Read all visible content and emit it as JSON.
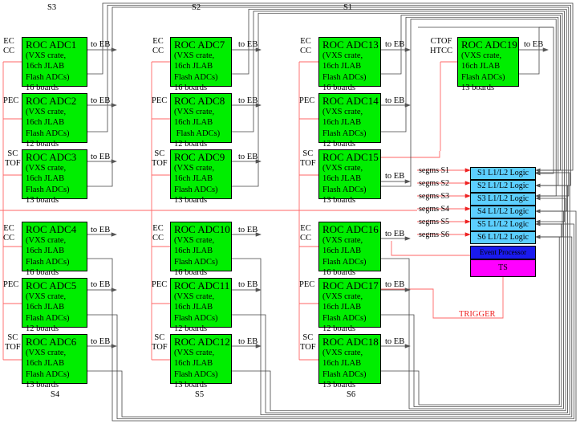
{
  "diagram": {
    "sectors": {
      "top": [
        "S3",
        "S2",
        "S1"
      ],
      "bottom": [
        "S4",
        "S5",
        "S6"
      ]
    },
    "roc_boxes": [
      {
        "title": "ROC ADC1",
        "desc": "(VXS crate,\n16ch JLAB\nFlash ADCs)\n16 boards",
        "eb": "to EB"
      },
      {
        "title": "ROC ADC2",
        "desc": "(VXS crate,\n16ch JLAB\nFlash ADCs)\n12 boards",
        "eb": "to EB"
      },
      {
        "title": "ROC ADC3",
        "desc": "(VXS crate,\n16ch JLAB\nFlash ADCs)\n13 boards",
        "eb": "to EB"
      },
      {
        "title": "ROC ADC7",
        "desc": "(VXS crate,\n16ch JLAB\nFlash ADCs)\n16 boards",
        "eb": "to EB"
      },
      {
        "title": "ROC ADC8",
        "desc": "(VXS crate,\n16ch JLAB\n Flash ADCs)\n12 boards",
        "eb": "to EB"
      },
      {
        "title": "ROC ADC9",
        "desc": "(VXS crate,\n16ch JLAB\nFlash ADCs)\n13 boards",
        "eb": "to EB"
      },
      {
        "title": "ROC ADC13",
        "desc": "(VXS crate,\n16ch JLAB\nFlash ADCs)\n16 boards",
        "eb": "to EB"
      },
      {
        "title": "ROC ADC14",
        "desc": "(VXS crate,\n16ch JLAB\nFlash ADCs)\n12 boards",
        "eb": "to EB"
      },
      {
        "title": "ROC ADC15",
        "desc": "(VXS crate,\n16ch JLAB\nFlash ADCs)\n13 boards",
        "eb": "to EB"
      },
      {
        "title": "ROC ADC19",
        "desc": "(VXS crate,\n16ch JLAB\nFlash ADCs)\n13 boards",
        "eb": "to EB"
      },
      {
        "title": "ROC ADC4",
        "desc": "(VXS crate,\n16ch JLAB\nFlash ADCs)\n16 boards",
        "eb": "to EB"
      },
      {
        "title": "ROC ADC5",
        "desc": "(VXS crate,\n16ch JLAB\nFlash ADCs)\n12 boards",
        "eb": "to EB"
      },
      {
        "title": "ROC ADC6",
        "desc": "(VXS crate,\n16ch JLAB\nFlash ADCs)\n13 boards",
        "eb": "to EB"
      },
      {
        "title": "ROC ADC10",
        "desc": "(VXS crate,\n16ch JLAB\nFlash ADCs)\n16 boards",
        "eb": "to EB"
      },
      {
        "title": "ROC ADC11",
        "desc": "(VXS crate,\n16ch JLAB\nFlash ADCs)\n12 boards",
        "eb": "to EB"
      },
      {
        "title": "ROC ADC12",
        "desc": "(VXS crate,\n16ch JLAB\nFlash ADCs)\n13 boards",
        "eb": "to EB"
      },
      {
        "title": "ROC ADC16",
        "desc": "(VXS crate,\n16ch JLAB\nFlash ADCs)\n16 boards",
        "eb": "to EB"
      },
      {
        "title": "ROC ADC17",
        "desc": "(VXS crate,\n16ch JLAB\nFlash ADCs)\n12 boards",
        "eb": "to EB"
      },
      {
        "title": "ROC ADC18",
        "desc": "(VXS crate,\n16ch JLAB\nFlash ADCs)\n13 boards",
        "eb": "to EB"
      }
    ],
    "detector_labels": [
      "EC\nCC",
      "PEC",
      "SC\nTOF",
      "CTOF\nHTCC"
    ],
    "segm_labels": [
      "segms  S1",
      "segms  S2",
      "segms  S3",
      "segms  S4",
      "segms  S5",
      "segms  S6"
    ],
    "logic_labels": [
      "S1 L1/L2 Logic",
      "S2 L1/L2 Logic",
      "S3 L1/L2 Logic",
      "S4 L1/L2 Logic",
      "S5 L1/L2 Logic",
      "S6 L1/L2 Logic"
    ],
    "event_processor": "Event Processor",
    "ts": "TS",
    "trigger": "TRIGGER",
    "colors": {
      "roc_box": "#00ee00",
      "logic_box": "#5ccfff",
      "event_processor": "#1a1aee",
      "ts": "#ff00ff",
      "trigger_line": "#ee2222",
      "bus_lines": "#333333"
    }
  }
}
